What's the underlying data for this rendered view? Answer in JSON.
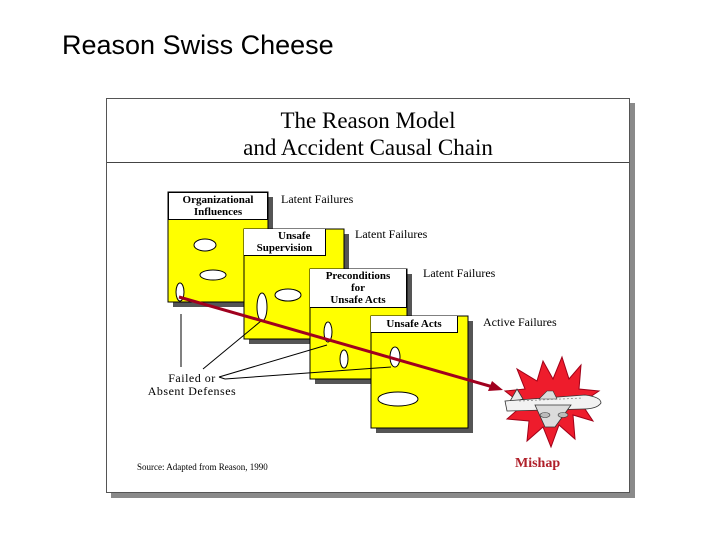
{
  "slide": {
    "title": "Reason Swiss Cheese"
  },
  "figure": {
    "title_line1": "The Reason Model",
    "title_line2": "and Accident Causal Chain",
    "layers": [
      {
        "label": "Organizational Influences",
        "line1": "Organizational",
        "line2": "Influences",
        "failure": "Latent Failures"
      },
      {
        "label": "Unsafe Supervision",
        "line1": "Unsafe",
        "line2": "Supervision",
        "failure": "Latent Failures"
      },
      {
        "label": "Preconditions for Unsafe Acts",
        "line1": "Preconditions",
        "line2": "for",
        "line3": "Unsafe Acts",
        "failure": "Latent Failures"
      },
      {
        "label": "Unsafe Acts",
        "line1": "Unsafe Acts",
        "failure": "Active Failures"
      }
    ],
    "defenses_line1": "Failed or",
    "defenses_line2": "Absent Defenses",
    "source": "Source: Adapted from Reason, 1990",
    "outcome": "Mishap"
  },
  "colors": {
    "card_fill": "#ffff00",
    "arrow": "#a0001e",
    "burst": "#ee1c2c",
    "mishap_text": "#b0202a"
  }
}
